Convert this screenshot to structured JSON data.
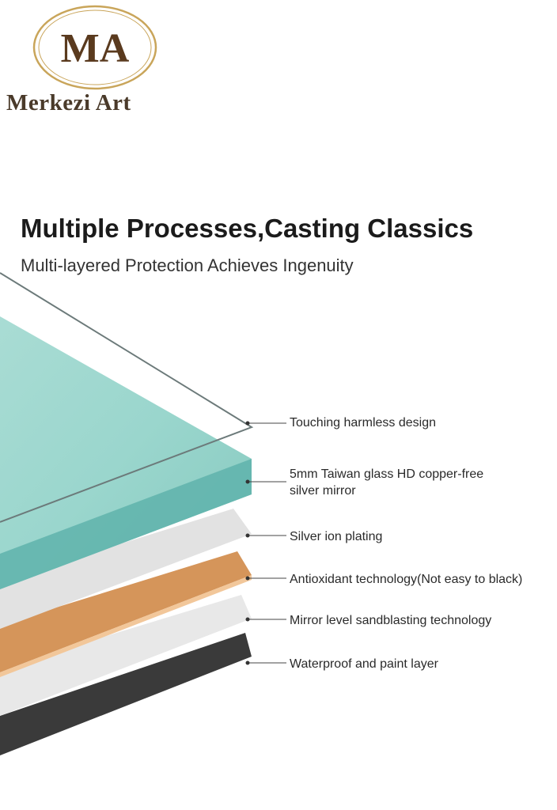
{
  "brand": {
    "monogram": "MA",
    "name": "Merkezi Art"
  },
  "header": {
    "title": "Multiple Processes,Casting Classics",
    "subtitle": "Multi-layered Protection Achieves Ingenuity"
  },
  "layers": [
    {
      "id": "edge",
      "label": "Touching harmless design"
    },
    {
      "id": "glass",
      "label_line1": "5mm Taiwan glass HD copper-free",
      "label_line2": "silver mirror"
    },
    {
      "id": "silver",
      "label": "Silver ion plating"
    },
    {
      "id": "copper",
      "label": "Antioxidant technology(Not easy to black)"
    },
    {
      "id": "sandblast",
      "label": "Mirror level sandblasting technology"
    },
    {
      "id": "paint",
      "label": "Waterproof and paint layer"
    }
  ],
  "colors": {
    "glass": "#8fcfc6",
    "glass_edge": "#5fb3ab",
    "silver": "#e4e4e4",
    "copper": "#d5955a",
    "sandblast": "#e9e9e9",
    "paint": "#3a3a3a",
    "brand": "#4a3a2a",
    "logo_gold": "#c9a55a"
  }
}
